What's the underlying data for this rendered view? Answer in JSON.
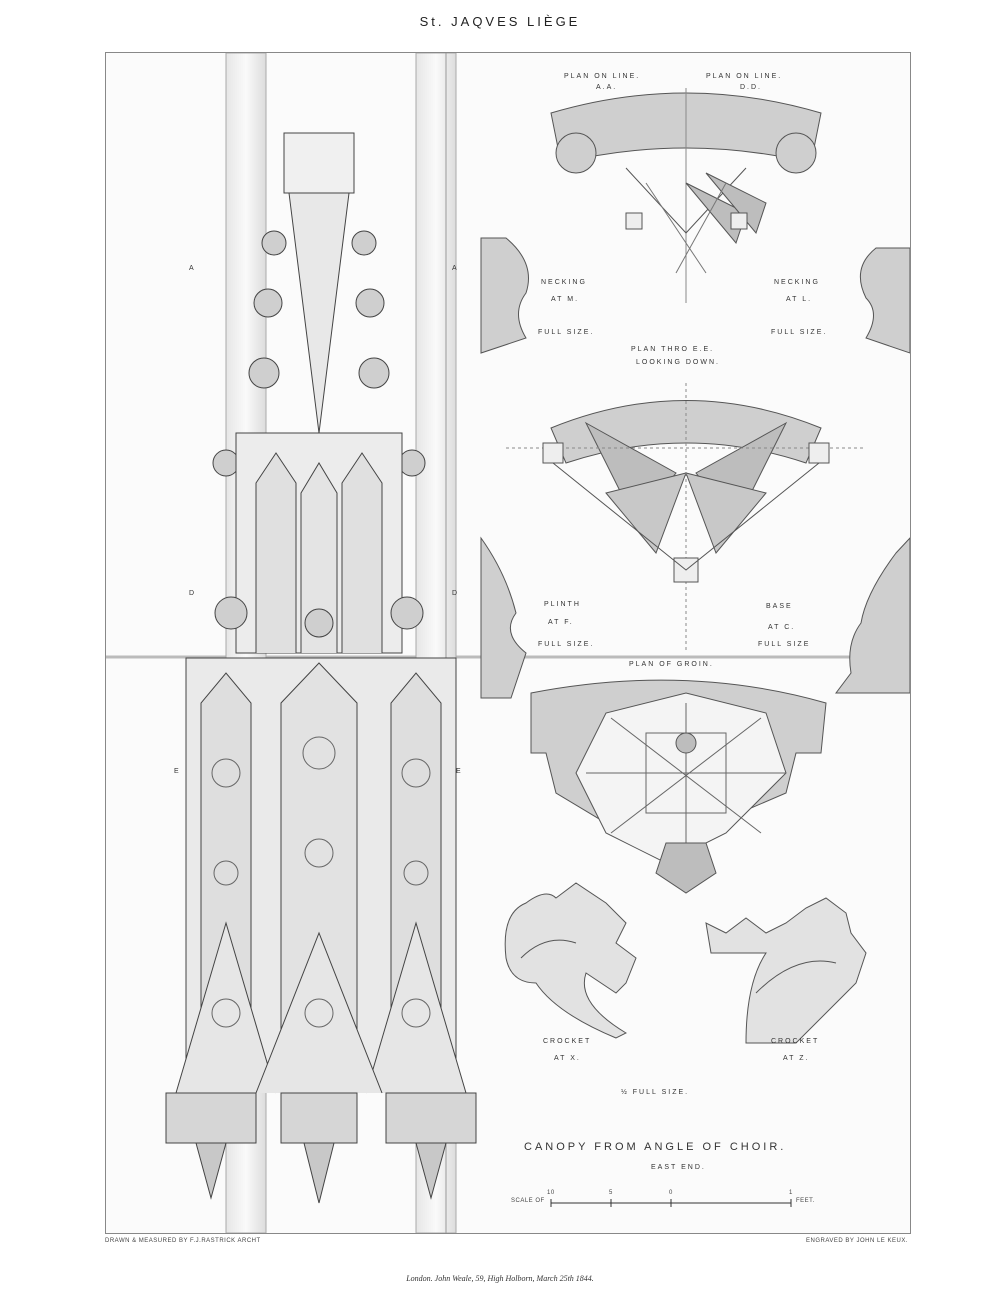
{
  "plate": {
    "title": "St. JAQVES LIÈGE",
    "imprint": "London. John Weale, 59, High Holborn, March 25th 1844.",
    "drawn_by": "DRAWN & MEASURED BY F.J.RASTRICK ARCHT",
    "engraved_by": "ENGRAVED BY JOHN LE KEUX."
  },
  "labels": {
    "plan_aa": "PLAN ON LINE.",
    "plan_aa_sub": "A.A.",
    "plan_dd": "PLAN ON LINE.",
    "plan_dd_sub": "D.D.",
    "necking_m": "NECKING",
    "necking_m_at": "AT M.",
    "necking_l": "NECKING",
    "necking_l_at": "AT L.",
    "full_size_1": "FULL SIZE.",
    "full_size_2": "FULL SIZE.",
    "plan_ee": "PLAN THRO E.E.",
    "looking_down": "LOOKING DOWN.",
    "plinth": "PLINTH",
    "plinth_at": "AT F.",
    "base": "BASE",
    "base_at": "AT C.",
    "full_size_3": "FULL SIZE.",
    "full_size_4": "FULL SIZE",
    "plan_groin": "PLAN OF GROIN.",
    "crocket_x": "CROCKET",
    "crocket_x_at": "AT X.",
    "crocket_z": "CROCKET",
    "crocket_z_at": "AT Z.",
    "half_full_size": "½ FULL SIZE.",
    "canopy_title": "CANOPY FROM ANGLE OF CHOIR.",
    "canopy_sub": "EAST END.",
    "scale_of": "SCALE OF",
    "scale_feet": "FEET.",
    "scale_10": "10",
    "scale_5": "5",
    "scale_0": "0",
    "scale_1": "1",
    "mark_a_left": "A",
    "mark_a_right": "A",
    "mark_d_left": "D",
    "mark_d_right": "D",
    "mark_e_left": "E",
    "mark_e_right": "E"
  }
}
